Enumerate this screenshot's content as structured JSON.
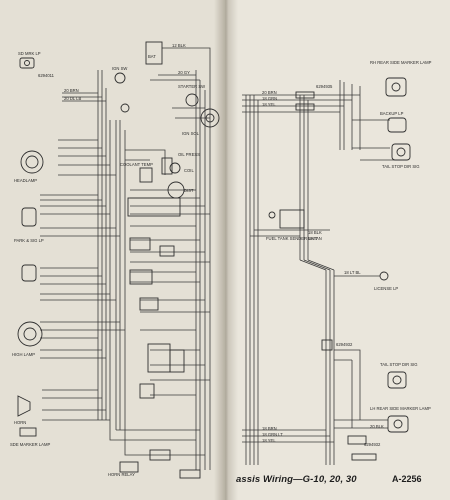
{
  "footer": {
    "title": "assis Wiring—G-10, 20, 30",
    "code": "A-2256"
  },
  "labels": {
    "sm_hm_lp": "SD MRK LP",
    "part_top_left": "6294011",
    "brn_20": "20 BRN",
    "dlu_20": "20 DL LB",
    "gy_20": "20 GY",
    "bat": "BAT",
    "blk_12": "12 BLK",
    "ign_sw": "IGN SW",
    "starter_sw": "STARTER SW",
    "ign_sol": "IGN SOL",
    "coil_press": "OIL PRESS",
    "coil": "COIL",
    "coolant_temp": "COOLANT TEMP",
    "park_lamp": "PARK & SIG LP",
    "head_lamp": "HEADLAMP",
    "hi_beam": "HIGH LAMP",
    "dist": "DIST",
    "horn": "HORN",
    "sd_marker": "SDE MARKER LAMP",
    "horn_relay": "HORN RELAY",
    "fuel_sender": "FUEL TANK SENDER UNIT",
    "backup_lp": "BACKUP LP",
    "tail_stop": "TAIL STOP DIR SIG",
    "license_lp": "LICENSE LP",
    "tail_stop_2": "TAIL STOP DIR SIG",
    "rh_rear_side": "RH REAR SIDE MARKER LAMP",
    "lh_rear_side": "LH REAR SIDE MARKER LAMP",
    "part_r1": "6294935",
    "part_r2": "6294932",
    "part_r3": "6294932",
    "brn_right_1": "20 BRN",
    "grn_right": "18 GRN",
    "yel_right": "18 YEL",
    "grn_yel": "18 GRN YEL",
    "blk_right": "18 BLK",
    "tan_right": "18 TAN",
    "blk_bot": "20 BLK",
    "ltbl_right": "18 LT BL",
    "brn_bot": "18 BRN",
    "grn_bot": "18 GRN LT",
    "yel_bot": "18 YEL"
  }
}
